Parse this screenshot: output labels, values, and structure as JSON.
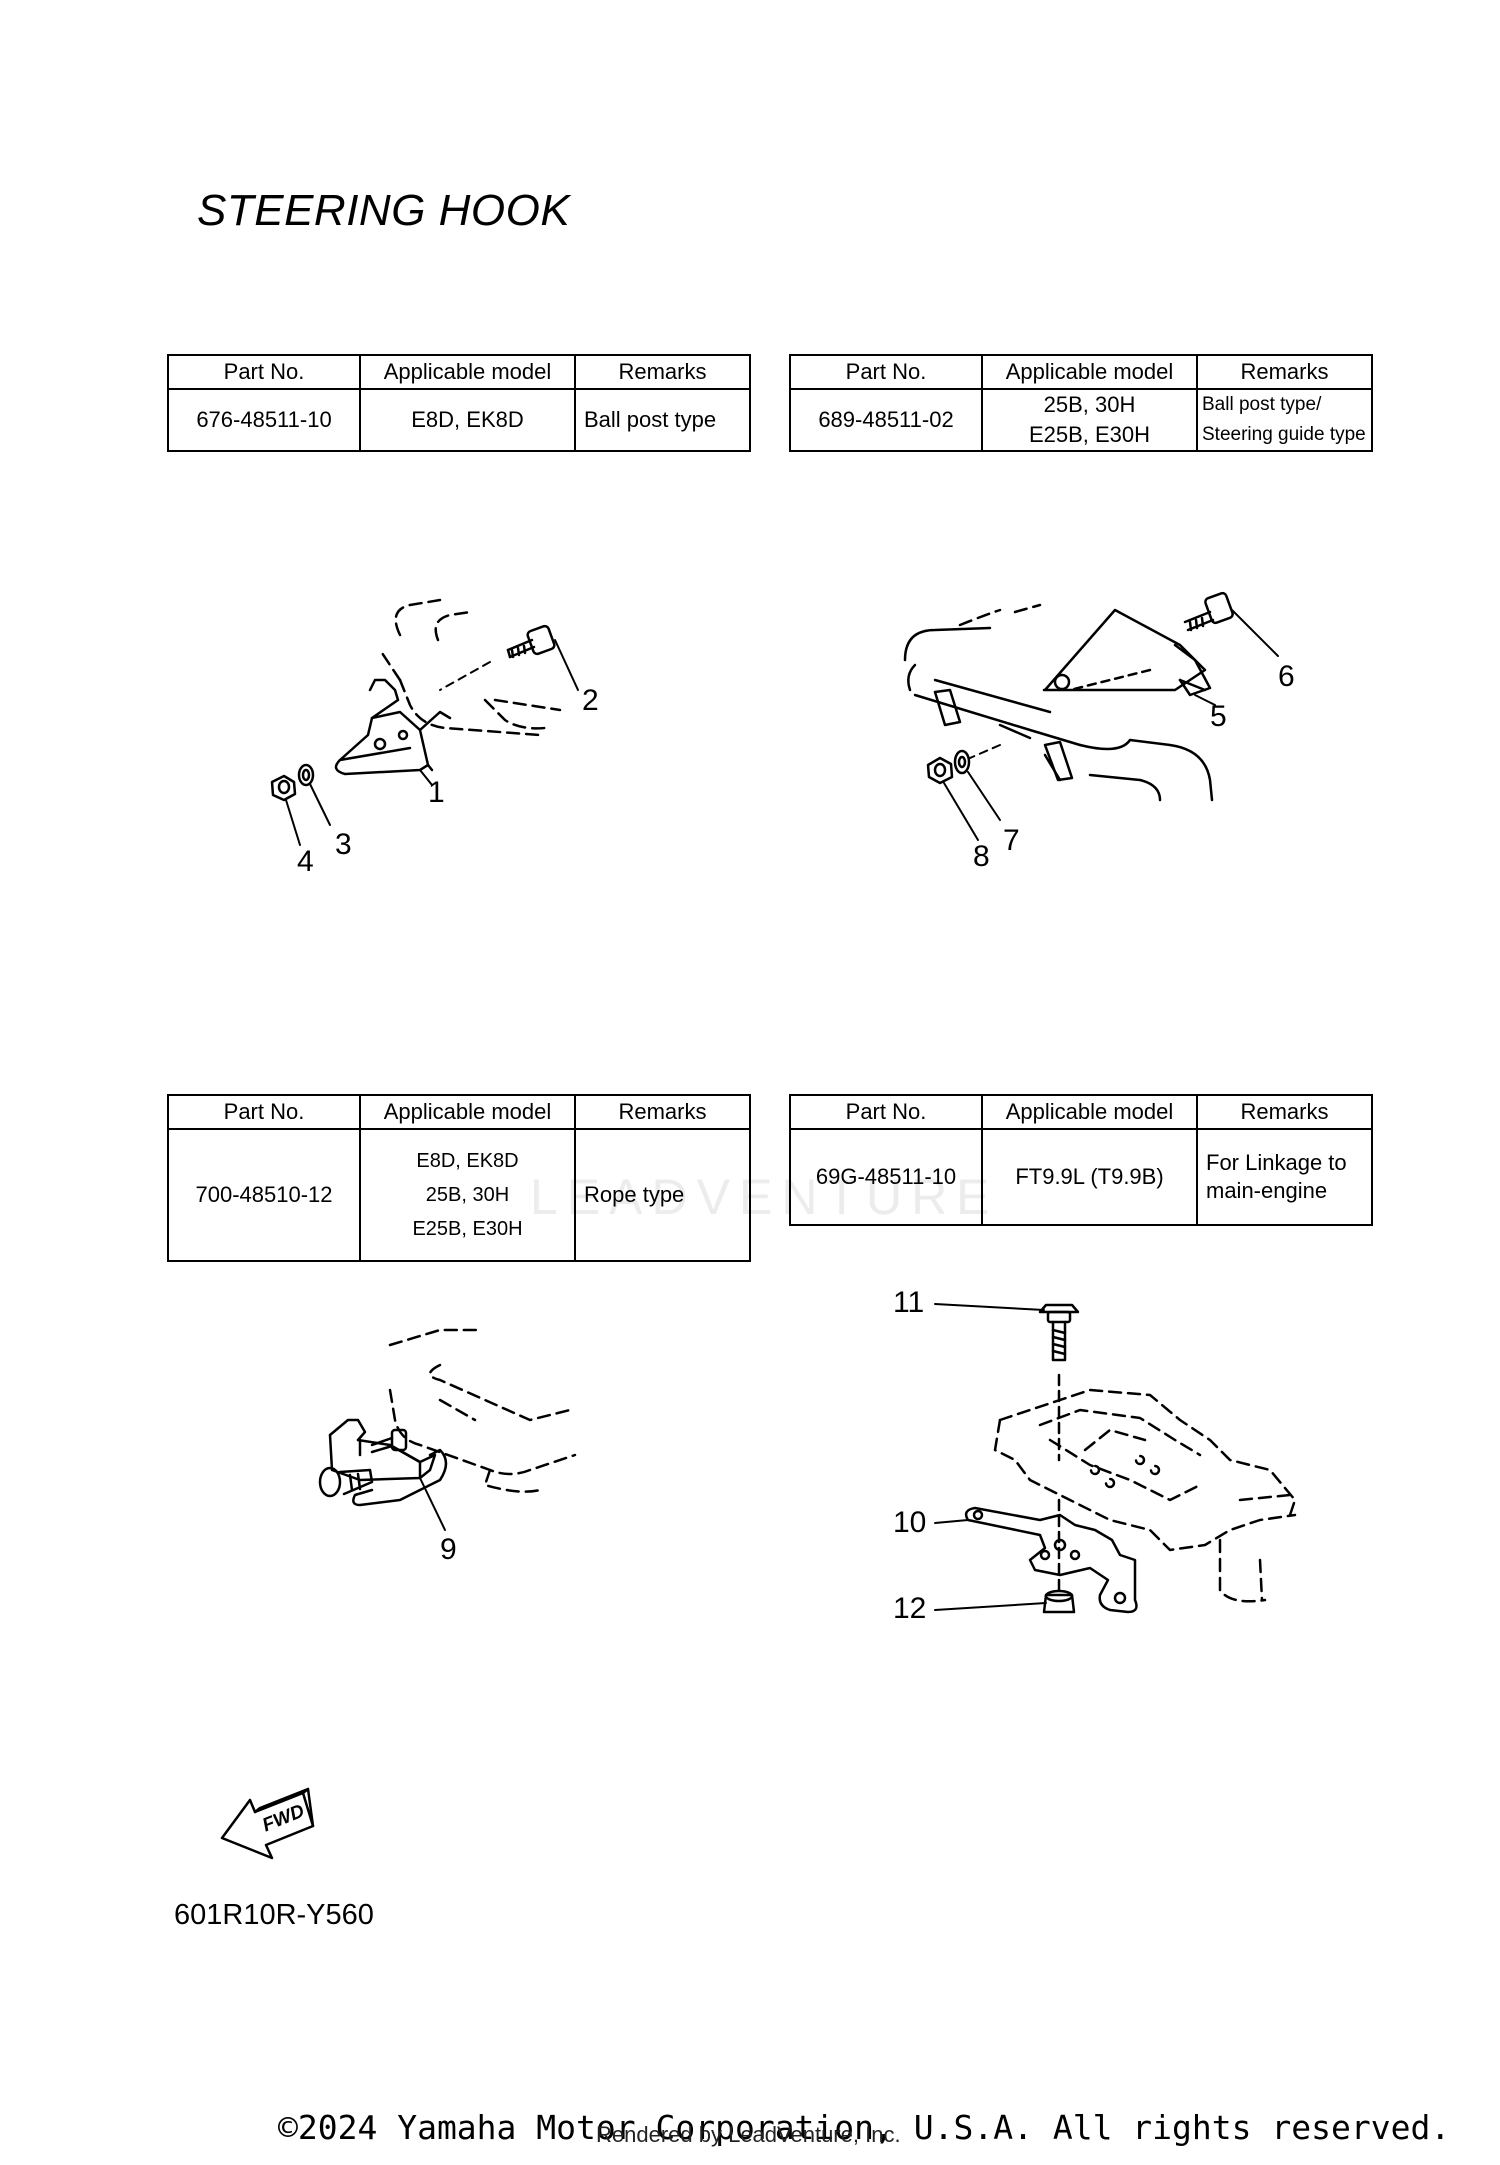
{
  "title": "STEERING HOOK",
  "table_headers": {
    "part_no": "Part No.",
    "model": "Applicable model",
    "remarks": "Remarks"
  },
  "tables": [
    {
      "part_no": "676-48511-10",
      "models": [
        "E8D, EK8D"
      ],
      "remarks": [
        "Ball post type"
      ]
    },
    {
      "part_no": "689-48511-02",
      "models": [
        "25B, 30H",
        "E25B, E30H"
      ],
      "remarks": [
        "Ball post type/",
        "Steering guide type"
      ]
    },
    {
      "part_no": "700-48510-12",
      "models": [
        "E8D, EK8D",
        "25B, 30H",
        "E25B, E30H"
      ],
      "remarks": [
        "Rope type"
      ]
    },
    {
      "part_no": "69G-48511-10",
      "models": [
        "FT9.9L (T9.9B)"
      ],
      "remarks": [
        "For Linkage to",
        "main-engine"
      ]
    }
  ],
  "callouts": [
    "1",
    "2",
    "3",
    "4",
    "5",
    "6",
    "7",
    "8",
    "9",
    "10",
    "11",
    "12"
  ],
  "fwd_label": "FWD",
  "diagram_code": "601R10R-Y560",
  "copyright": "©2024 Yamaha Motor Corporation, U.S.A. All rights reserved.",
  "rendered_by": "Rendered by LeadVenture, Inc.",
  "watermark": "LEADVENTURE"
}
